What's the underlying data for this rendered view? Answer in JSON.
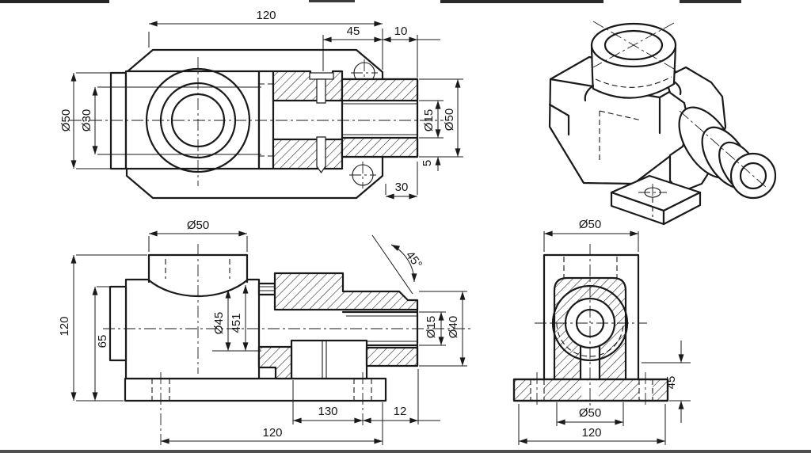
{
  "page": {
    "background": "#ffffff",
    "ink": "#1a1a1a"
  },
  "views": {
    "front": {
      "label": "front-section-view",
      "dims": {
        "len_120": "120",
        "len_45": "45",
        "len_10": "10",
        "dia_50_left": "Ø50",
        "dia_30": "Ø30",
        "dia_15": "Ø15",
        "dia_50_right": "Ø50",
        "len_5": "5",
        "len_30": "30"
      }
    },
    "iso": {
      "label": "isometric-view"
    },
    "side": {
      "label": "side-section-view",
      "dims": {
        "dia_50_top": "Ø50",
        "len_120_left": "120",
        "len_65": "65",
        "dia_45": "Ø45",
        "len_451": "451",
        "angle_45": "45°",
        "dia_15": "Ø15",
        "dia_40": "Ø40",
        "len_130": "130",
        "len_12": "12",
        "len_120_bottom": "120"
      }
    },
    "end": {
      "label": "end-section-view",
      "dims": {
        "dia_50_top": "Ø50",
        "len_45": "45",
        "dia_50_bottom": "Ø50",
        "len_120": "120"
      }
    }
  }
}
